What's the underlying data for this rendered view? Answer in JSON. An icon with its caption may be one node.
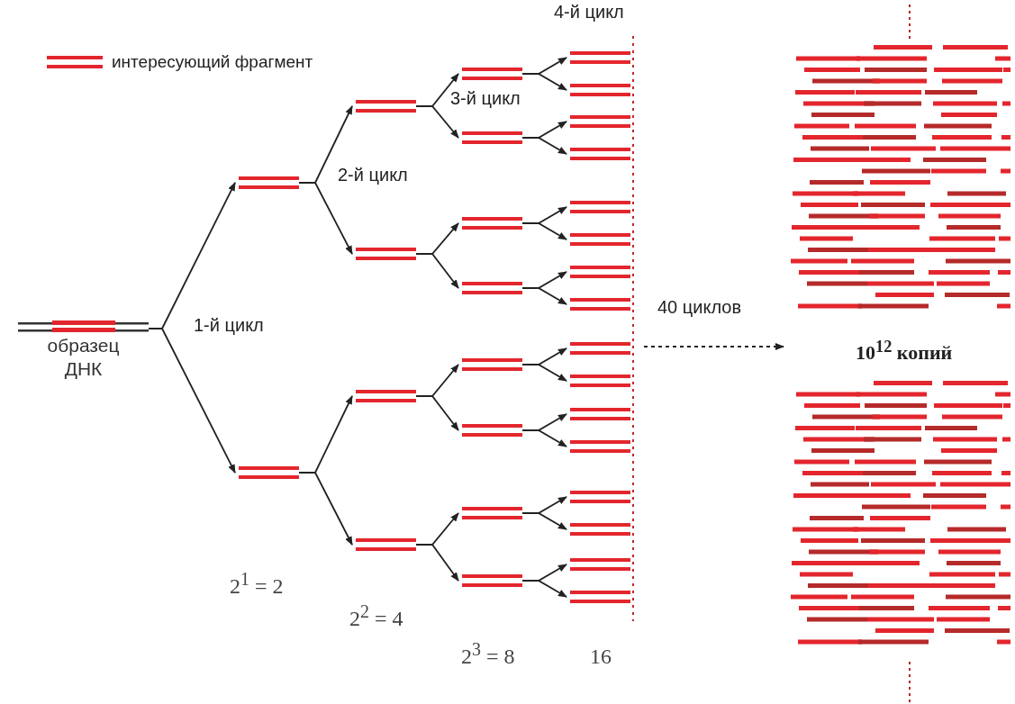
{
  "diagram": {
    "nodes": [
      {
        "text": [
          "образец ДНК"
        ]
      },
      {
        "text": [],
        "shape": "bar"
      },
      {
        "text": [],
        "shape": "bar"
      },
      {
        "text": [],
        "shape": "bar"
      },
      {
        "text": [],
        "shape": "bar"
      },
      {
        "text": [],
        "shape": "bar"
      },
      {
        "text": [],
        "shape": "bar"
      },
      {
        "text": [],
        "shape": "bar"
      },
      {
        "text": [],
        "shape": "bar"
      },
      {
        "text": [],
        "shape": "bar"
      },
      {
        "text": [],
        "shape": "bar"
      },
      {
        "text": [],
        "shape": "bar"
      },
      {
        "text": [],
        "shape": "bar"
      },
      {
        "text": [],
        "shape": "bar"
      },
      {
        "text": [],
        "shape": "bar"
      },
      {
        "text": [],
        "shape": "bar"
      },
      {
        "text": [],
        "shape": "bar"
      },
      {
        "text": [],
        "shape": "bar"
      },
      {
        "text": [],
        "shape": "bar"
      },
      {
        "text": [],
        "shape": "bar"
      },
      {
        "text": [],
        "shape": "bar"
      },
      {
        "text": [],
        "shape": "bar"
      },
      {
        "text": [],
        "shape": "bar"
      },
      {
        "text": [],
        "shape": "bar"
      },
      {
        "text": [],
        "shape": "bar"
      },
      {
        "text": [],
        "shape": "bar"
      },
      {
        "text": [],
        "shape": "bar"
      },
      {
        "text": [],
        "shape": "bar"
      },
      {
        "text": [],
        "shape": "bar"
      },
      {
        "text": [],
        "shape": "bar"
      },
      {
        "text": [],
        "shape": "bar"
      },
      {
        "text": [
          "10$^{12}$ копий"
        ]
      }
    ],
    "edges": [
      {
        "from": 0,
        "to": 1,
        "arrow": "to"
      },
      {
        "from": 0,
        "to": 2,
        "arrow": "to"
      },
      {
        "from": 1,
        "to": 3,
        "arrow": "to"
      },
      {
        "from": 1,
        "to": 4,
        "arrow": "to"
      },
      {
        "from": 2,
        "to": 5,
        "arrow": "to"
      },
      {
        "from": 2,
        "to": 6,
        "arrow": "to"
      },
      {
        "from": 3,
        "to": 7,
        "arrow": "to"
      },
      {
        "from": 3,
        "to": 8,
        "arrow": "to"
      },
      {
        "from": 4,
        "to": 9,
        "arrow": "to"
      },
      {
        "from": 4,
        "to": 10,
        "arrow": "to"
      },
      {
        "from": 5,
        "to": 11,
        "arrow": "to"
      },
      {
        "from": 5,
        "to": 12,
        "arrow": "to"
      },
      {
        "from": 6,
        "to": 13,
        "arrow": "to"
      },
      {
        "from": 6,
        "to": 14,
        "arrow": "to"
      },
      {
        "from": 7,
        "to": 15,
        "arrow": "to"
      },
      {
        "from": 7,
        "to": 16,
        "arrow": "to"
      },
      {
        "from": 8,
        "to": 17,
        "arrow": "to"
      },
      {
        "from": 8,
        "to": 18,
        "arrow": "to"
      },
      {
        "from": 9,
        "to": 19,
        "arrow": "to"
      },
      {
        "from": 9,
        "to": 20,
        "arrow": "to"
      },
      {
        "from": 10,
        "to": 21,
        "arrow": "to"
      },
      {
        "from": 10,
        "to": 22,
        "arrow": "to"
      },
      {
        "from": 11,
        "to": 23,
        "arrow": "to"
      },
      {
        "from": 11,
        "to": 24,
        "arrow": "to"
      },
      {
        "from": 12,
        "to": 25,
        "arrow": "to"
      },
      {
        "from": 12,
        "to": 26,
        "arrow": "to"
      },
      {
        "from": 13,
        "to": 27,
        "arrow": "to"
      },
      {
        "from": 13,
        "to": 28,
        "arrow": "to"
      },
      {
        "from": 14,
        "to": 29,
        "arrow": "to"
      },
      {
        "from": 14,
        "to": 30,
        "arrow": "to"
      },
      {
        "from": null,
        "to": 31,
        "arrow": "to",
        "style": "dashed",
        "label": "40 циклов"
      }
    ],
    "labels": [
      "4-й цикл",
      "3-й цикл",
      "2-й цикл",
      "1-й цикл",
      "2$^{1}$ = 2",
      "2$^{2}$ = 4",
      "2$^{3}$ = 8",
      "16"
    ],
    "legend": [
      {
        "text": "интересующий фрагмент",
        "color": "#e3262d"
      }
    ]
  }
}
